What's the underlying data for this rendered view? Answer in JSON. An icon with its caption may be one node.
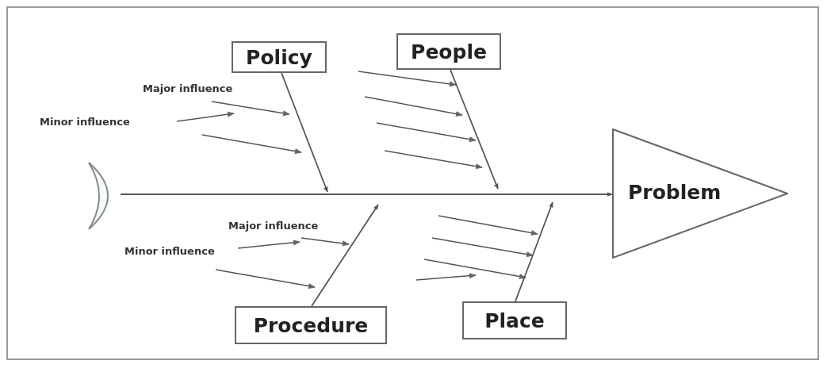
{
  "diagram": {
    "nodes": [
      {
        "text": [
          "Policy"
        ]
      },
      {
        "text": [
          "People"
        ]
      },
      {
        "text": [],
        "shape": "crescent"
      },
      {
        "text": [
          "Problem"
        ]
      },
      {
        "text": [
          "Procedure"
        ]
      },
      {
        "text": [
          "Place"
        ]
      }
    ],
    "edges": [
      {
        "from": 2,
        "to": 3,
        "arrow": "to"
      },
      {
        "from": 0,
        "to": null,
        "arrow": "to"
      },
      {
        "from": 1,
        "to": null,
        "arrow": "to"
      },
      {
        "from": 4,
        "to": null,
        "arrow": "to"
      },
      {
        "from": 5,
        "to": null,
        "arrow": "to"
      }
    ],
    "labels": [
      "Major influence",
      "Minor influence",
      "Major influence",
      "Minor influence"
    ]
  }
}
